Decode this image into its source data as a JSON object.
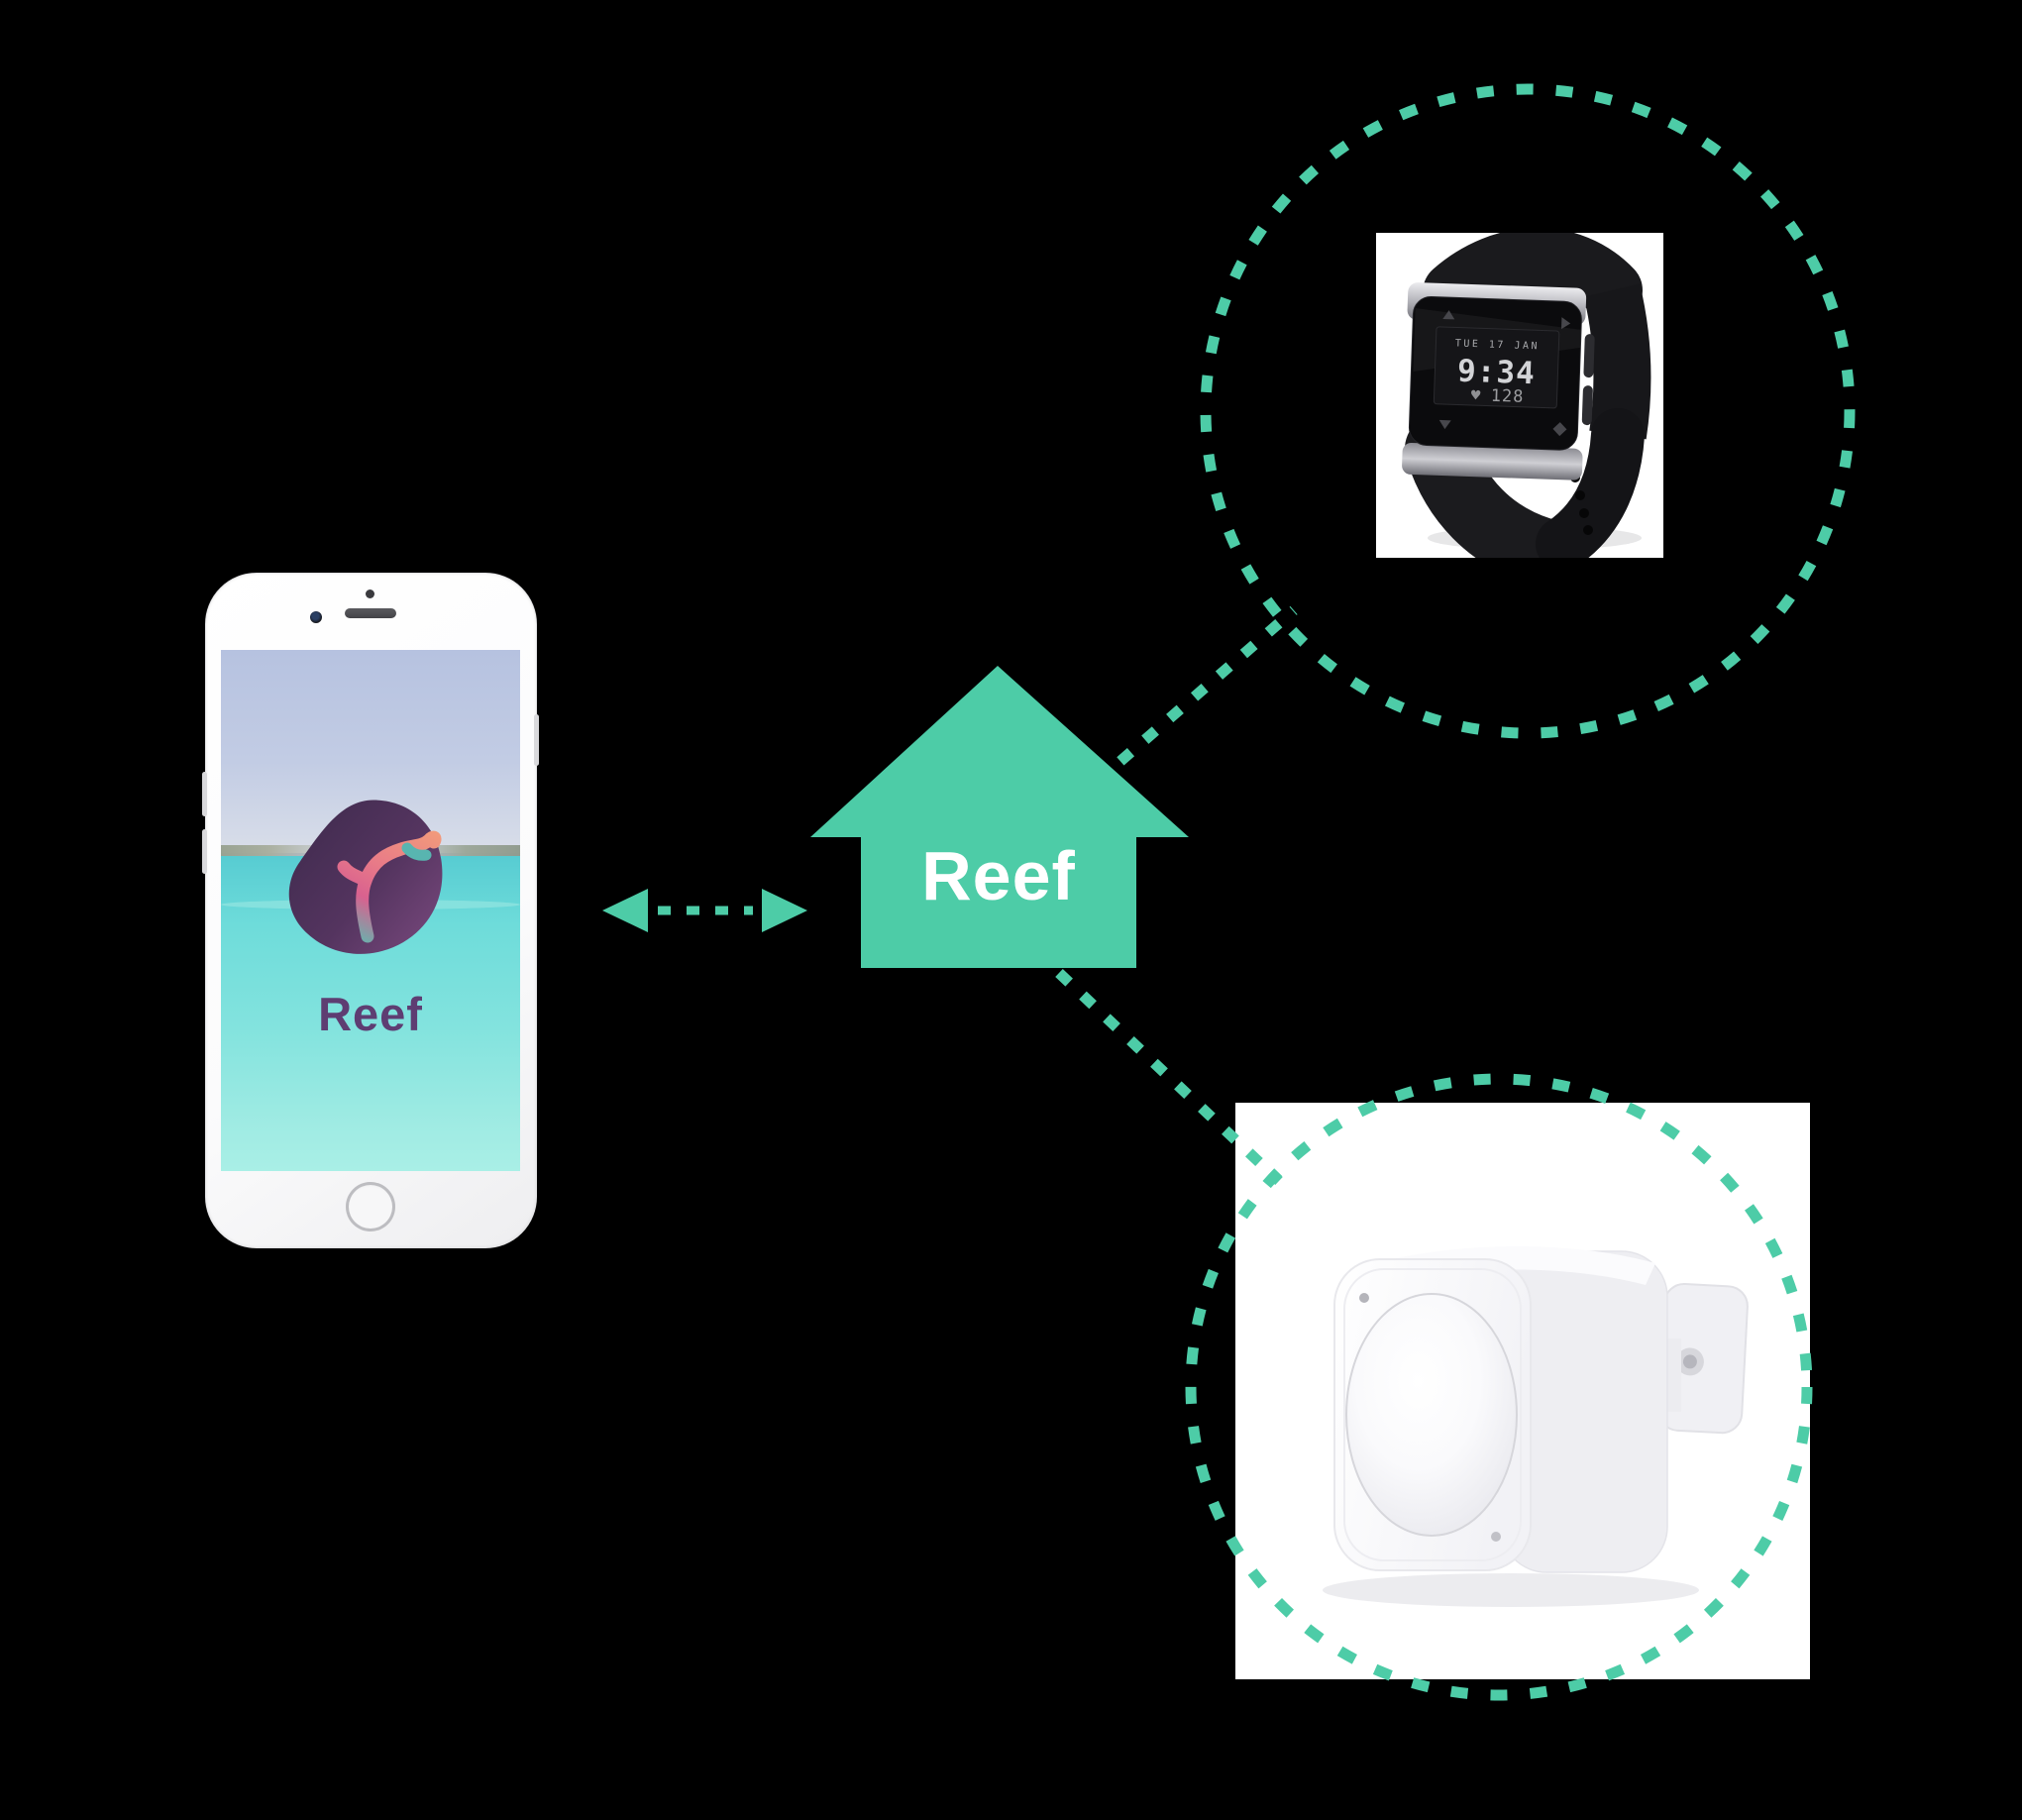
{
  "diagram": {
    "background_color": "#000000",
    "accent_color": "#4DCCA7"
  },
  "phone": {
    "app_name": "Reef",
    "app_name_color": "#5E3D72",
    "logo_icon": "coral-branch-icon",
    "wallpaper_colors": {
      "sky": "#B6C2E0",
      "sea": "#6EDCDA",
      "logo_blob": "#543762"
    }
  },
  "hub": {
    "label": "Reef",
    "shape": "house-arrow",
    "fill_color": "#4DCCA7",
    "label_color": "#FFFFFF"
  },
  "watch": {
    "date": "TUE 17 JAN",
    "time": "9:34",
    "heart_icon": "♥",
    "heart_rate": "128"
  }
}
